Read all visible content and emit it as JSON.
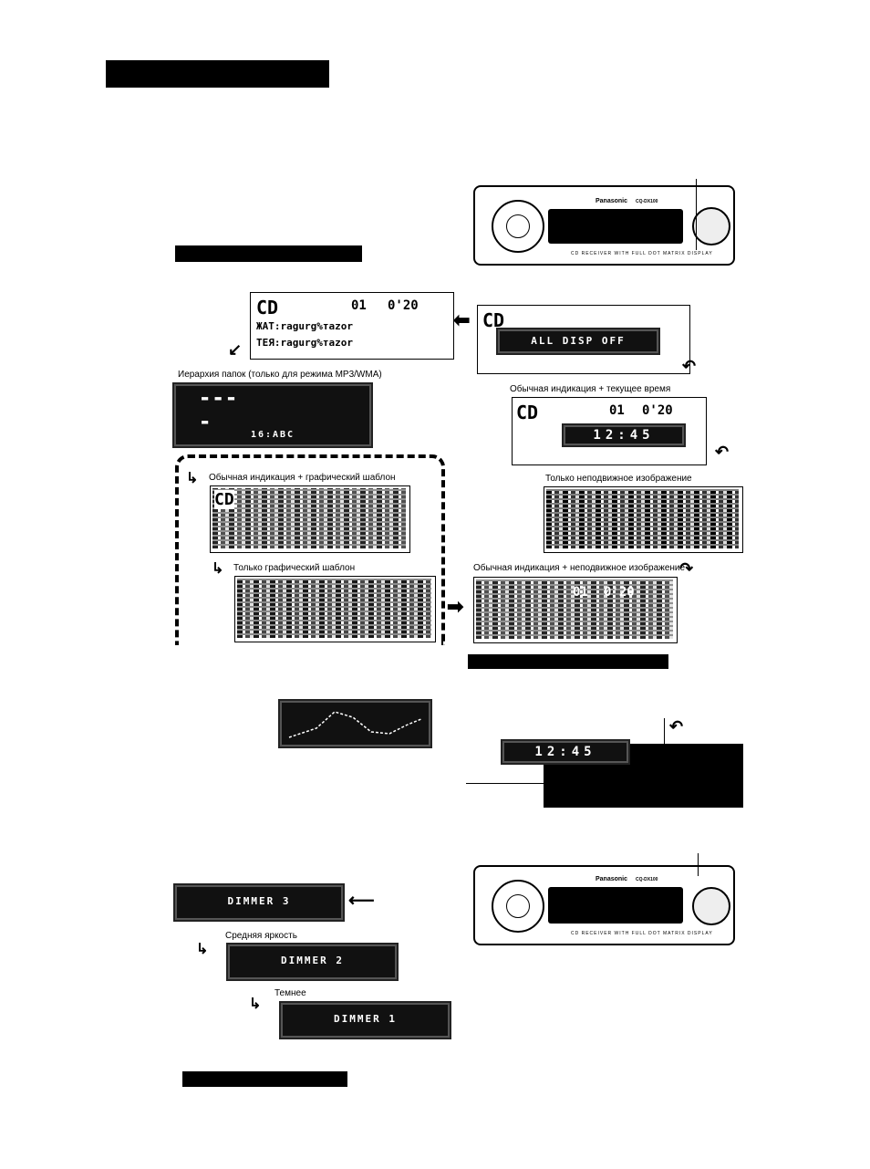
{
  "captions": {
    "folder_hierarchy": "Иерархия папок (только для режима MP3/WMA)",
    "normal_time": "Обычная индикация + текущее время",
    "normal_graphic": "Обычная индикация + графический шаблон",
    "still_only": "Только неподвижное изображение",
    "graphic_only": "Только графический шаблон",
    "normal_still": "Обычная индикация + неподвижное изображение",
    "medium_brightness": "Средняя яркость",
    "darker": "Темнее"
  },
  "radio": {
    "brand": "Panasonic",
    "model": "CQ-DX100"
  },
  "displays": {
    "mode": "CD",
    "all_disp_off": "ALL DISP OFF",
    "clock": "12:45",
    "clock_small": "12:45",
    "track": "01",
    "time": "0'20",
    "tag_text_1": "ЖАТ:ragurg%таzor",
    "tag_text_2": "ТЕЯ:ragurg%таzor",
    "folder_code": "16:ABC",
    "dimmer_3": "DIMMER 3",
    "dimmer_2": "DIMMER 2",
    "dimmer_1": "DIMMER 1"
  },
  "icons": [
    "curved-arrow-icon",
    "left-arrow-icon",
    "right-arrow-icon",
    "folder-icon"
  ]
}
